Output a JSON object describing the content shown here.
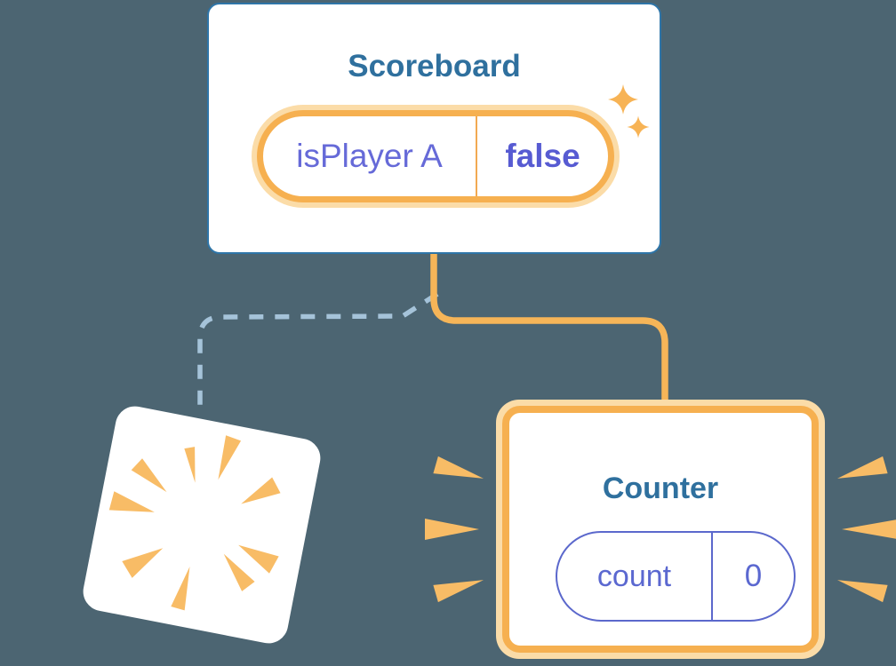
{
  "diagram": {
    "description": "React component tree state diagram: Scoreboard parent with one Counter destroyed and a new Counter created"
  },
  "scoreboard": {
    "title": "Scoreboard",
    "state": {
      "label": "isPlayer A",
      "value": "false"
    }
  },
  "counter": {
    "title": "Counter",
    "state": {
      "label": "count",
      "value": "0"
    }
  },
  "icons": {
    "sparkles": "sparkles-icon",
    "poof": "poof-burst-icon",
    "emphasis": "emphasis-rays-icon"
  },
  "colors": {
    "background": "#4C6572",
    "card_border_blue": "#2E75A8",
    "heading_blue": "#2F709E",
    "state_purple": "#5D61D3",
    "pill_purple_border": "#5B68CC",
    "orange_border": "#F6B050",
    "orange_halo": "#FBDCA8",
    "orange_connector": "#F6B558",
    "burst_orange": "#F8BC66",
    "dashed_line_blue": "#A5C3D9"
  }
}
